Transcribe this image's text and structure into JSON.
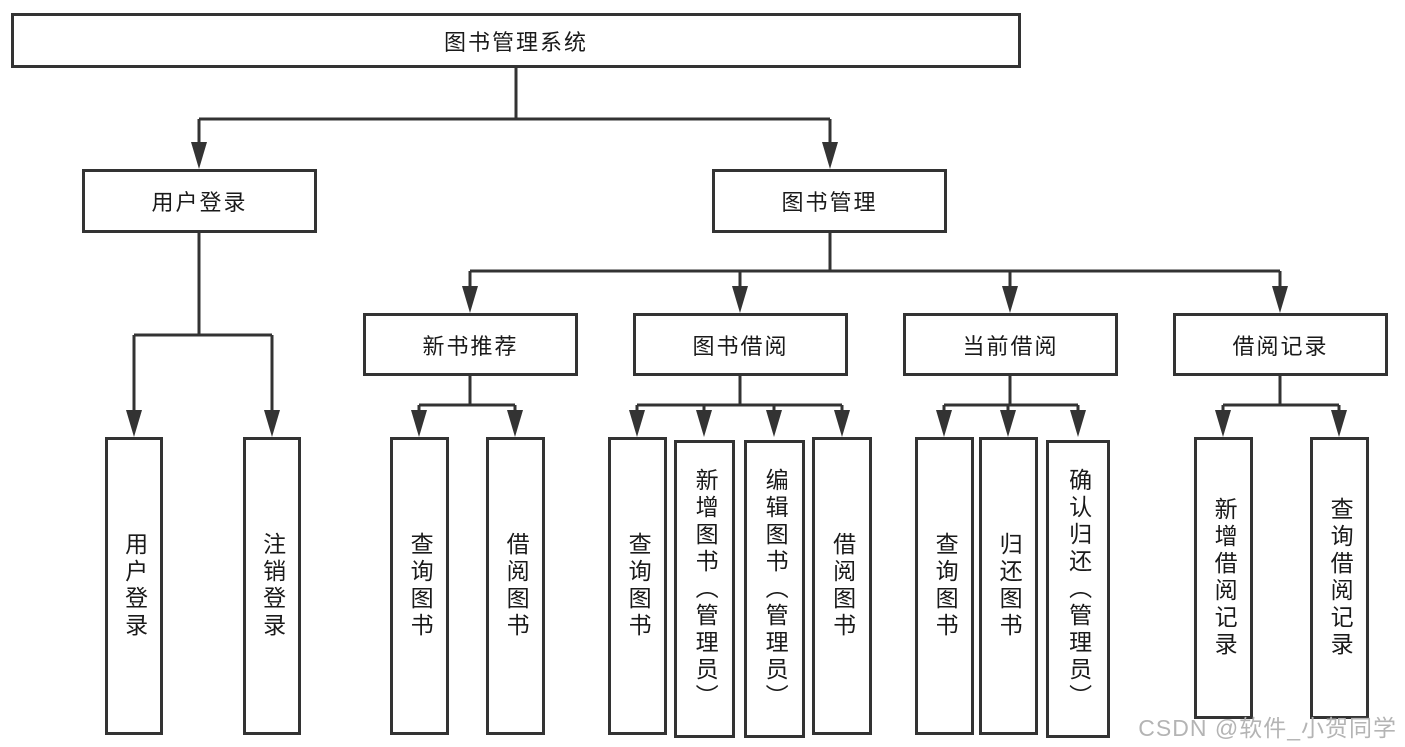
{
  "tree": {
    "root": {
      "label": "图书管理系统"
    },
    "level2": [
      {
        "label": "用户登录",
        "children": [
          "用户登录",
          "注销登录"
        ]
      },
      {
        "label": "图书管理",
        "children": [
          {
            "label": "新书推荐",
            "children": [
              "查询图书",
              "借阅图书"
            ]
          },
          {
            "label": "图书借阅",
            "children": [
              "查询图书",
              "新增图书（管理员）",
              "编辑图书（管理员）",
              "借阅图书"
            ]
          },
          {
            "label": "当前借阅",
            "children": [
              "查询图书",
              "归还图书",
              "确认归还（管理员）"
            ]
          },
          {
            "label": "借阅记录",
            "children": [
              "新增借阅记录",
              "查询借阅记录"
            ]
          }
        ]
      }
    ]
  },
  "watermark": "CSDN @软件_小贺同学",
  "colors": {
    "line": "#333333",
    "box_border": "#333333",
    "box_fill": "#ffffff",
    "text": "#1a1a1a",
    "watermark_text": "#b4b4b4"
  }
}
